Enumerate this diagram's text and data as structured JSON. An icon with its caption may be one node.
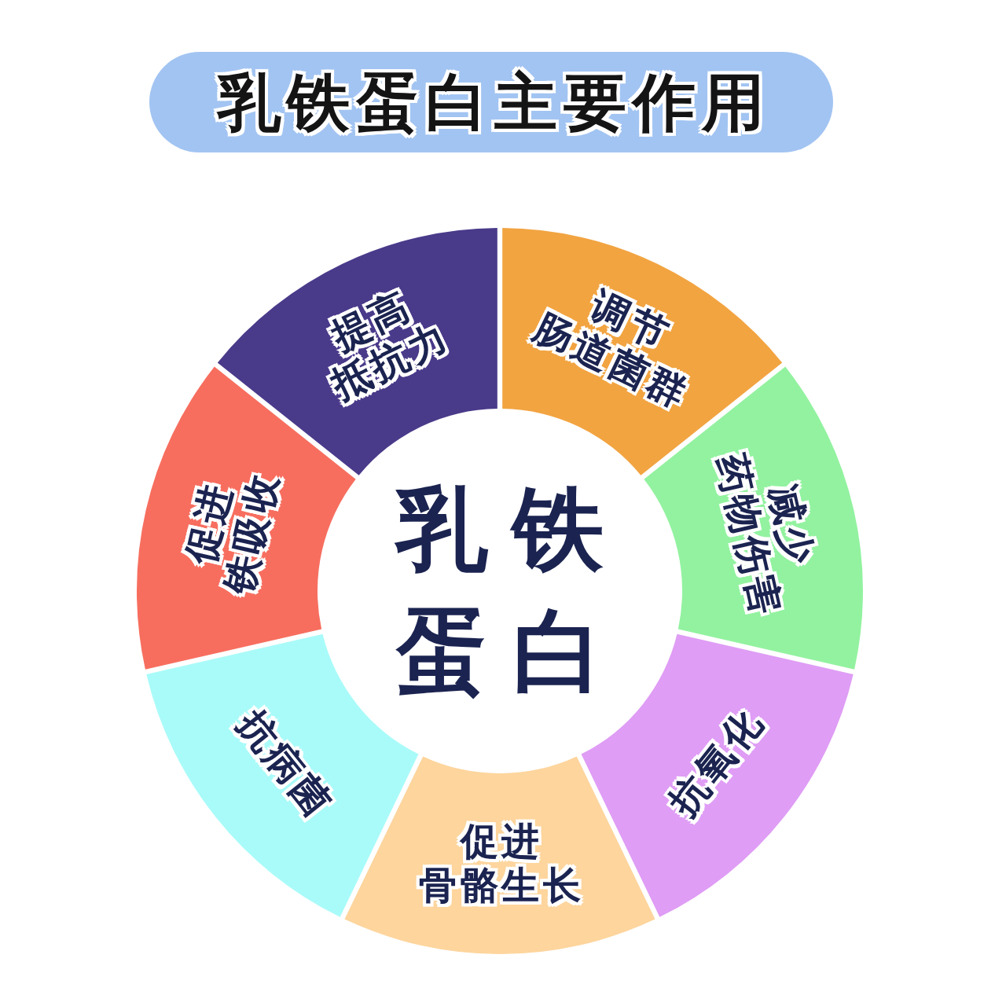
{
  "diagram": {
    "title": "乳铁蛋白主要作用",
    "nodes": [
      {
        "text": [
          "提高抵抗力"
        ]
      },
      {
        "text": [
          "调节肠道菌群"
        ]
      },
      {
        "text": [
          "减少药物伤害"
        ]
      },
      {
        "text": [
          "抗氧化"
        ]
      },
      {
        "text": [
          "促进骨骼生长"
        ]
      },
      {
        "text": [
          "抗病菌"
        ]
      },
      {
        "text": [
          "促进铁吸收"
        ]
      },
      {
        "text": [
          "乳铁蛋白"
        ]
      }
    ]
  }
}
